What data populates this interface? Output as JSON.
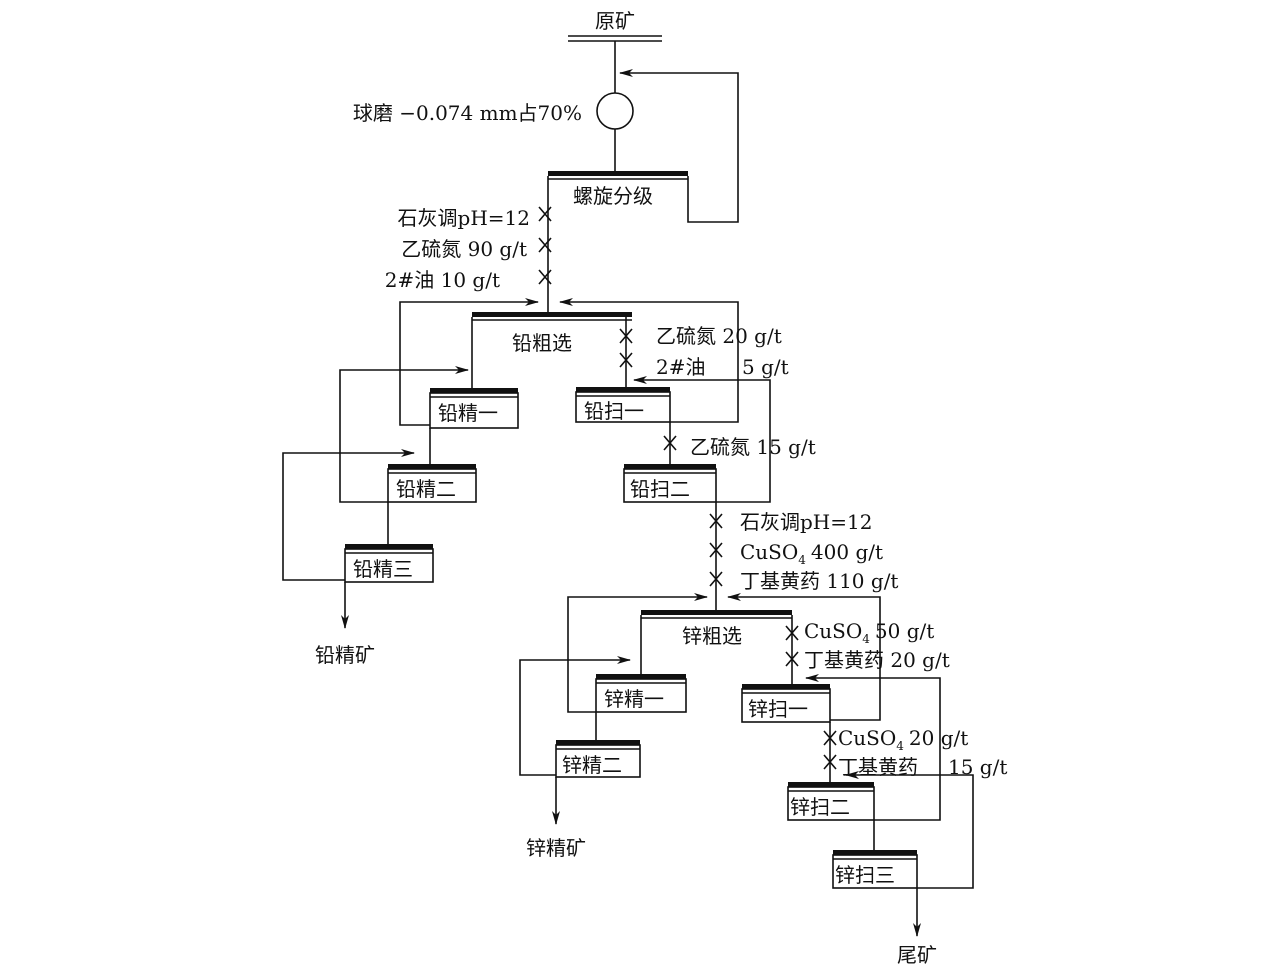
{
  "title": "铅锌浮选工艺流程",
  "feed": "原矿",
  "grinding": "球磨 −0.074 mm占70%",
  "classifier": "螺旋分级",
  "lead_rougher_reagents": [
    "石灰调pH=12",
    "乙硫氮 90 g/t",
    "2#油 10 g/t"
  ],
  "lead_rougher": "铅粗选",
  "lead_scav1_reagents": [
    "乙硫氮 20 g/t",
    "2#油",
    "5 g/t"
  ],
  "lead_scav2_reagent": "乙硫氮 15 g/t",
  "lead_cleaners": [
    "铅精一",
    "铅精二",
    "铅精三"
  ],
  "lead_scavengers": [
    "铅扫一",
    "铅扫二"
  ],
  "lead_concentrate": "铅精矿",
  "zinc_rougher_reagents": [
    "石灰调pH=12",
    "CuSO",
    "4",
    "400 g/t",
    "丁基黄药 110 g/t"
  ],
  "zinc_rougher": "锌粗选",
  "zinc_scav1_reagents": [
    "CuSO",
    "4",
    "50 g/t",
    "丁基黄药 20 g/t"
  ],
  "zinc_scav2_reagents": [
    "CuSO",
    "4",
    "20 g/t",
    "丁基黄药",
    "15 g/t"
  ],
  "zinc_cleaners": [
    "锌精一",
    "锌精二"
  ],
  "zinc_scavengers": [
    "锌扫一",
    "锌扫二",
    "锌扫三"
  ],
  "zinc_concentrate": "锌精矿",
  "tailings": "尾矿"
}
